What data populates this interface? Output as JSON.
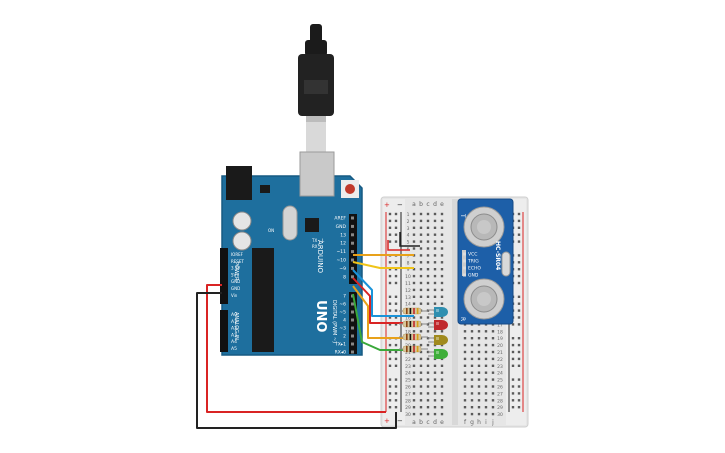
{
  "arduino": {
    "brand": "ARDUINO",
    "model": "UNO",
    "power_label": "POWER",
    "analog_label": "ANALOG IN",
    "digital_label": "DIGITAL (PWM ~)",
    "tx_label": "TX",
    "rx_label": "RX",
    "l_label": "L",
    "on_label": "ON",
    "power_pins": [
      "IOREF",
      "RESET",
      "3.3V",
      "5V",
      "GND",
      "GND",
      "Vin"
    ],
    "analog_pins": [
      "A0",
      "A1",
      "A2",
      "A3",
      "A4",
      "A5"
    ],
    "digital_top": [
      "AREF",
      "GND",
      "13",
      "12",
      "~11",
      "~10",
      "~9",
      "8"
    ],
    "digital_bottom": [
      "7",
      "~6",
      "~5",
      "4",
      "~3",
      "2",
      "TX▸1",
      "RX◂0"
    ]
  },
  "sensor": {
    "model": "HC-SR04",
    "pins": [
      "VCC",
      "TRIG",
      "ECHO",
      "GND"
    ],
    "t_label": "T",
    "r_label": "R"
  },
  "breadboard": {
    "col_letters_left": [
      "a",
      "b",
      "c",
      "d",
      "e"
    ],
    "col_letters_right": [
      "f",
      "g",
      "h",
      "i",
      "j"
    ],
    "row_numbers": [
      "1",
      "2",
      "3",
      "4",
      "5",
      "6",
      "7",
      "8",
      "9",
      "10",
      "11",
      "12",
      "13",
      "14",
      "15",
      "16",
      "17",
      "18",
      "19",
      "20",
      "21",
      "22",
      "23",
      "24",
      "25",
      "26",
      "27",
      "28",
      "29",
      "30"
    ],
    "plus": "+",
    "minus": "−"
  },
  "leds": [
    {
      "color": "#2f8fb0"
    },
    {
      "color": "#c0282c"
    },
    {
      "color": "#a08a1e"
    },
    {
      "color": "#3fae3a"
    }
  ],
  "wires": [
    {
      "name": "wire-5v",
      "color": "#d92424"
    },
    {
      "name": "wire-gnd",
      "color": "#222222"
    },
    {
      "name": "wire-pin13",
      "color": "#e8a11a"
    },
    {
      "name": "wire-pin12",
      "color": "#f0c419"
    },
    {
      "name": "wire-pin11",
      "color": "#1a93d9"
    },
    {
      "name": "wire-pin10",
      "color": "#d92424"
    },
    {
      "name": "wire-pin9",
      "color": "#e8a11a"
    },
    {
      "name": "wire-pin8",
      "color": "#3aa83a"
    }
  ]
}
